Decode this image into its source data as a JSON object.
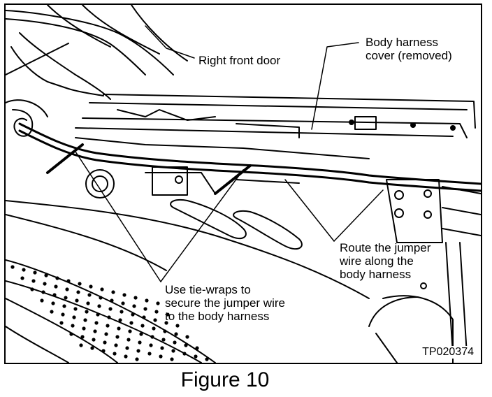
{
  "figure": {
    "caption": "Figure 10",
    "code": "TP020374"
  },
  "callouts": {
    "right_front_door": "Right front door",
    "body_harness_cover": "Body harness\ncover (removed)",
    "route_jumper_wire": "Route the jumper\nwire along the\nbody harness",
    "tie_wraps": "Use tie-wraps to\nsecure the jumper wire\nto the body harness"
  },
  "colors": {
    "ink": "#000000",
    "paper": "#ffffff"
  }
}
